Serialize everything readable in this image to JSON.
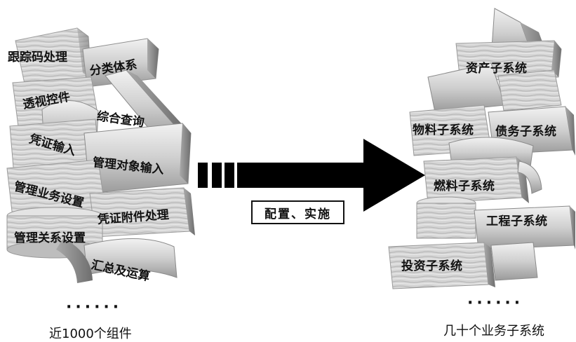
{
  "components": [
    "跟踪码处理",
    "分类体系",
    "透视控件",
    "综合查询",
    "凭证输入",
    "管理对象输入",
    "管理业务设置",
    "凭证附件处理",
    "管理关系设置",
    "汇总及运算"
  ],
  "subsystems": [
    "资产子系统",
    "物料子系统",
    "债务子系统",
    "燃料子系统",
    "工程子系统",
    "投资子系统"
  ],
  "left_ellipsis": "······",
  "right_ellipsis": "······",
  "left_caption": "近1000个组件",
  "right_caption": "几十个业务子系统",
  "process_label": "配置、实施",
  "colors": {
    "arrow": "#000000",
    "text": "#111111",
    "block_light": "#e6e6e6",
    "block_mid": "#bdbdbd",
    "block_dark": "#7a7a7a"
  }
}
